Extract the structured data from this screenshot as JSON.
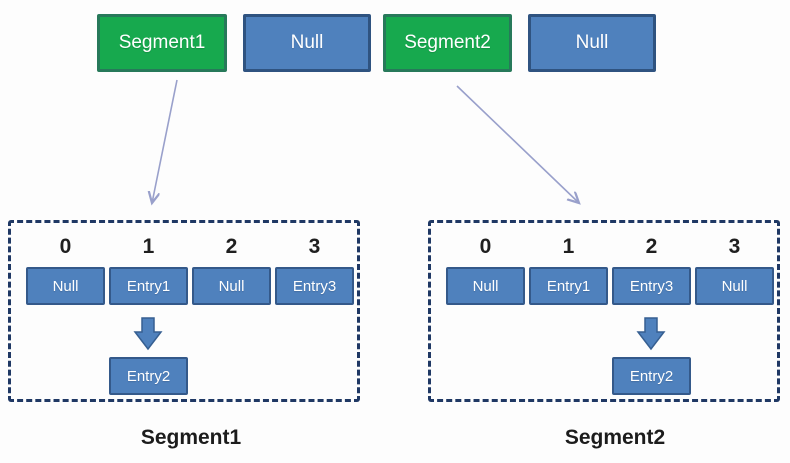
{
  "diagram": {
    "description": "Segment array pointing to hash bucket tables with chained entries",
    "top_row": [
      {
        "label": "Segment1",
        "type": "segment"
      },
      {
        "label": "Null",
        "type": "null"
      },
      {
        "label": "Segment2",
        "type": "segment"
      },
      {
        "label": "Null",
        "type": "null"
      }
    ],
    "tables": [
      {
        "title": "Segment1",
        "indices": [
          "0",
          "1",
          "2",
          "3"
        ],
        "cells": [
          "Null",
          "Entry1",
          "Null",
          "Entry3"
        ],
        "chain_from_index": 1,
        "chain_entry": "Entry2"
      },
      {
        "title": "Segment2",
        "indices": [
          "0",
          "1",
          "2",
          "3"
        ],
        "cells": [
          "Null",
          "Entry1",
          "Entry3",
          "Null"
        ],
        "chain_from_index": 2,
        "chain_entry": "Entry2"
      }
    ],
    "colors": {
      "segment_fill": "#17a94e",
      "segment_border": "#27795a",
      "null_fill": "#4f81bd",
      "null_border": "#2f5380",
      "bucket_fill": "#4f81bd",
      "bucket_border": "#34598a",
      "dashed_border": "#1f3864",
      "pointer_arrow": "#99a0cb",
      "chain_arrow_fill": "#4f81bd",
      "text_on_blue": "#ffffff",
      "text_dark": "#1f1f1f"
    }
  }
}
